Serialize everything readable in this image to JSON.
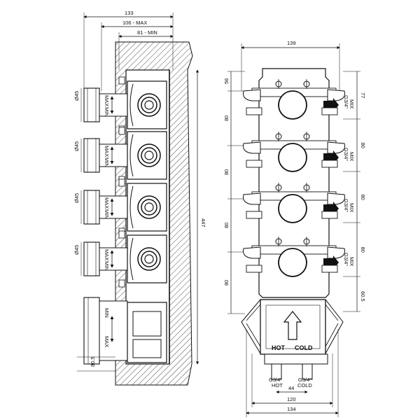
{
  "side_view": {
    "dims_top": [
      "133",
      "106 - MAX",
      "81 - MIN"
    ],
    "dims_right": "447",
    "dims_bottom": "80.5",
    "module_labels": [
      {
        "dia": "Ø45",
        "max": "MAX",
        "min": "MIN"
      },
      {
        "dia": "Ø45",
        "max": "MAX",
        "min": "MIN"
      },
      {
        "dia": "Ø45",
        "max": "MAX",
        "min": "MIN"
      },
      {
        "dia": "Ø45",
        "max": "MAX",
        "min": "MIN"
      },
      {
        "dia": "",
        "max": "MAX",
        "min": "MIN"
      }
    ]
  },
  "front_view": {
    "dim_top": "139",
    "dims_left": [
      "56",
      "80",
      "80",
      "80",
      "80"
    ],
    "dims_right": [
      "77",
      "80",
      "80",
      "80",
      "60.5"
    ],
    "outlet_labels": [
      {
        "thread": "G3/4\"",
        "mix": "MIX"
      },
      {
        "thread": "G3/4\"",
        "mix": "MIX"
      },
      {
        "thread": "G3/4\"",
        "mix": "MIX"
      },
      {
        "thread": "G3/4\"",
        "mix": "MIX"
      }
    ],
    "hot_label": "HOT",
    "cold_label": "COLD",
    "inlet_hot": {
      "thread": "G3/4\"",
      "name": "HOT"
    },
    "inlet_cold": {
      "thread": "G3/4\"",
      "name": "COLD"
    },
    "dims_bottom": [
      "44",
      "120",
      "134"
    ]
  }
}
